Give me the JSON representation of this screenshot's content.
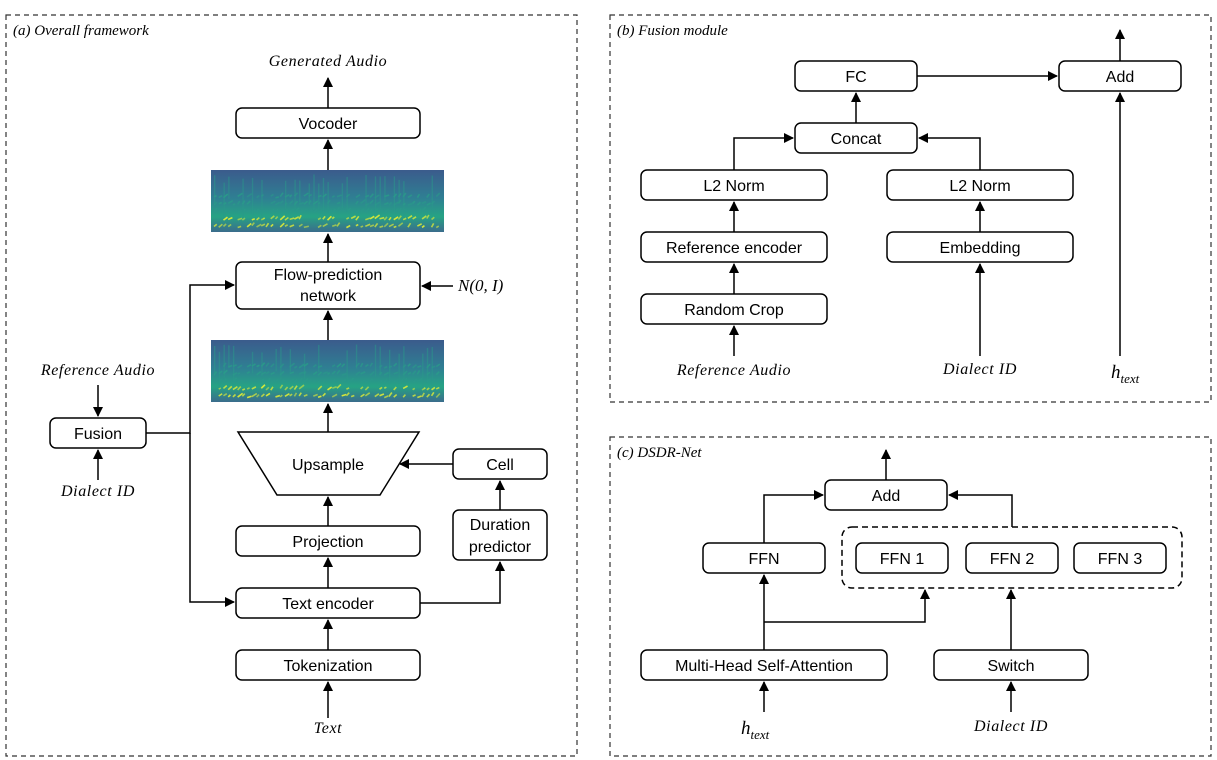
{
  "panels": {
    "a": {
      "caption": "(a) Overall framework",
      "generated_audio": "Generated Audio",
      "vocoder": "Vocoder",
      "flow_line1": "Flow-prediction",
      "flow_line2": "network",
      "noise": "N(0, I)",
      "reference_audio": "Reference Audio",
      "fusion": "Fusion",
      "dialect_id": "Dialect ID",
      "upsample": "Upsample",
      "cell": "Cell",
      "duration_line1": "Duration",
      "duration_line2": "predictor",
      "projection": "Projection",
      "text_encoder": "Text encoder",
      "tokenization": "Tokenization",
      "text": "Text"
    },
    "b": {
      "caption": "(b) Fusion module",
      "fc": "FC",
      "add": "Add",
      "concat": "Concat",
      "l2norm_left": "L2 Norm",
      "l2norm_right": "L2 Norm",
      "reference_encoder": "Reference encoder",
      "embedding": "Embedding",
      "random_crop": "Random Crop",
      "reference_audio": "Reference Audio",
      "dialect_id": "Dialect ID",
      "h_main": "h",
      "h_sub": "text"
    },
    "c": {
      "caption": "(c) DSDR-Net",
      "add": "Add",
      "ffn": "FFN",
      "ffn1": "FFN 1",
      "ffn2": "FFN 2",
      "ffn3": "FFN 3",
      "mhsa": "Multi-Head Self-Attention",
      "switch": "Switch",
      "h_main": "h",
      "h_sub": "text",
      "dialect_id": "Dialect ID"
    }
  },
  "colors": {
    "stroke": "#000000",
    "spectrogram_bg": "#3a5f8f",
    "spectrogram_mid": "#2a9a8a",
    "spectrogram_hi": "#d8e83a"
  }
}
